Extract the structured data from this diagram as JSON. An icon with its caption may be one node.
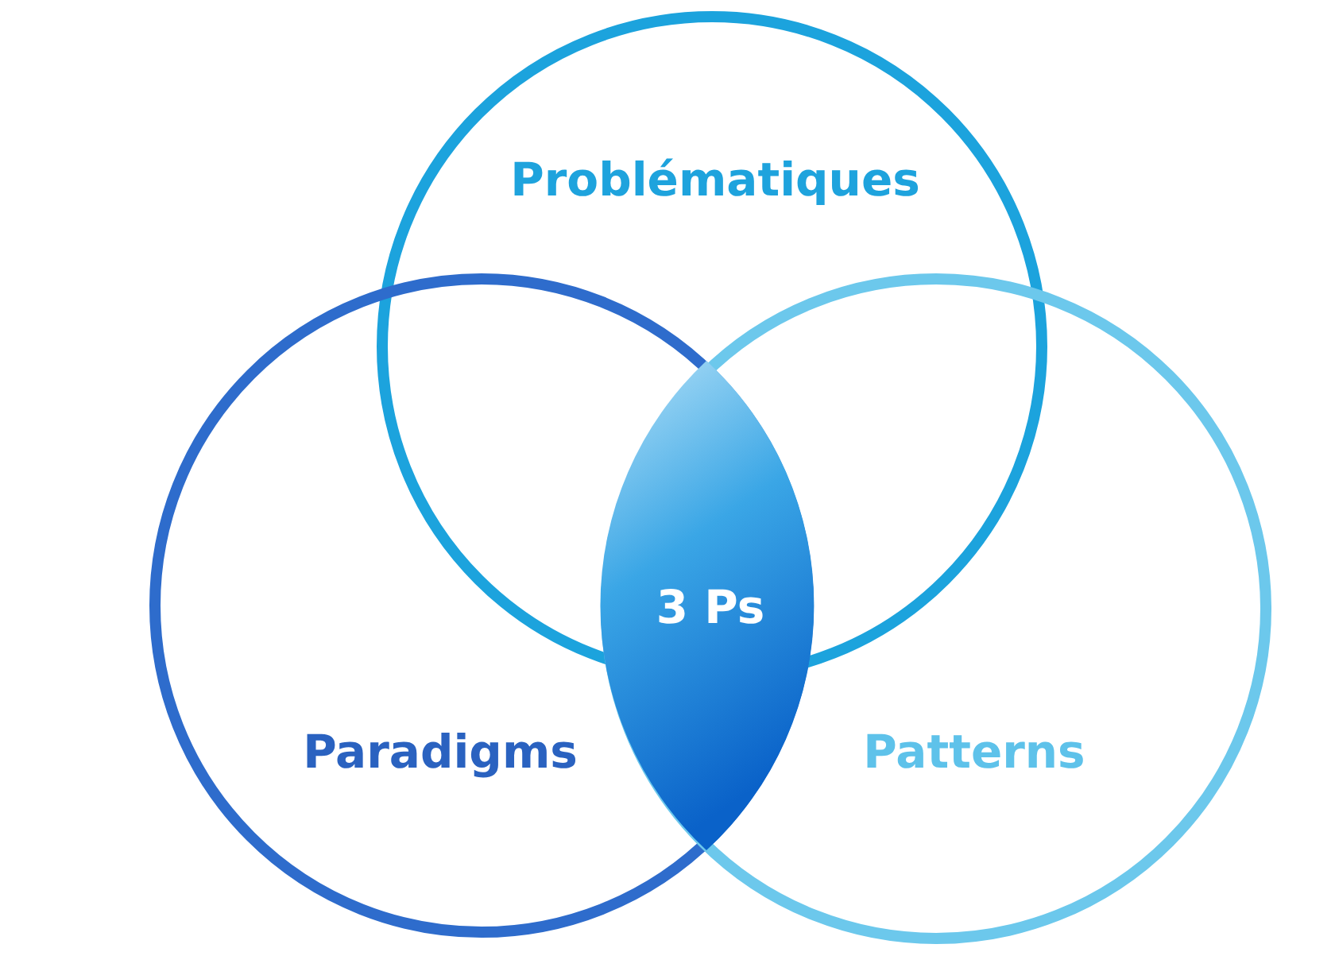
{
  "diagram": {
    "nodes": [
      {
        "text": [
          "Problématiques"
        ]
      },
      {
        "text": [
          "Paradigms"
        ]
      },
      {
        "text": [
          "Patterns"
        ]
      },
      {
        "text": [
          "3 Ps"
        ]
      }
    ]
  }
}
